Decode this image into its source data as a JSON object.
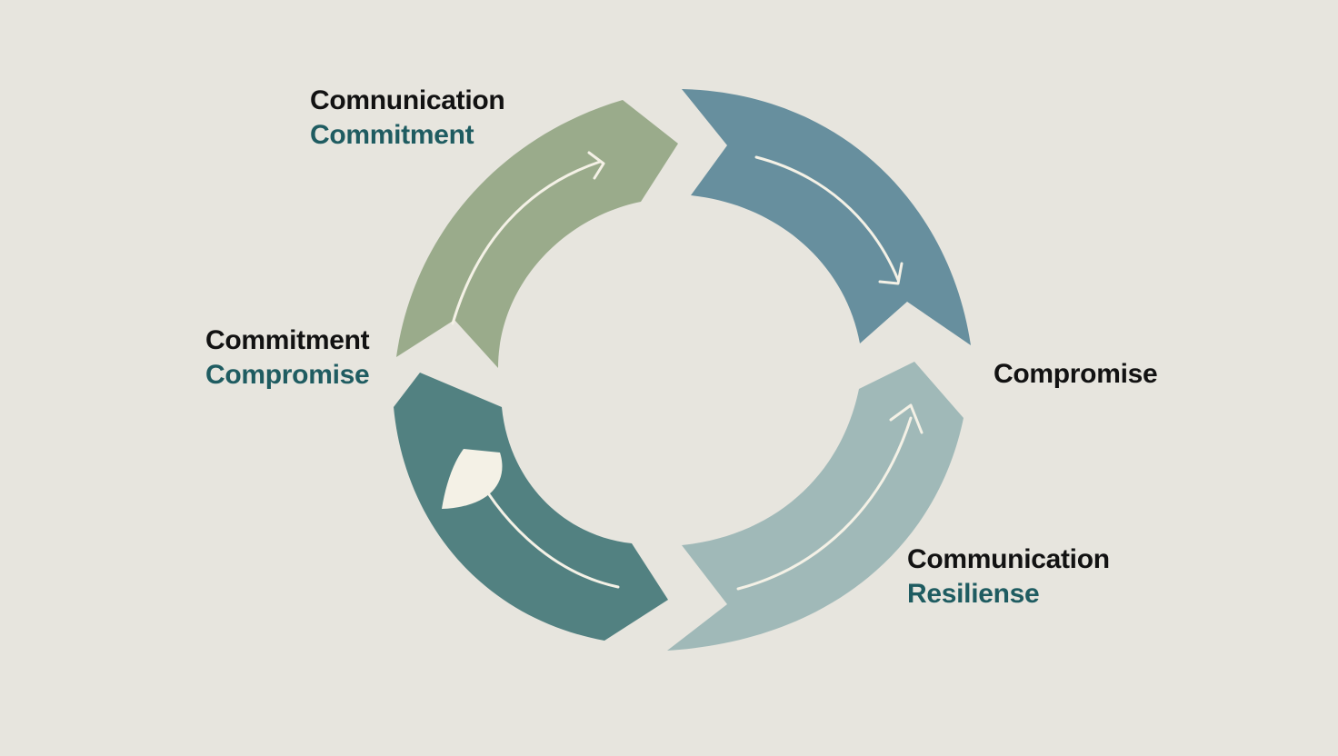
{
  "colors": {
    "background": "#e7e5de",
    "segment_top_left": "#9aab8b",
    "segment_top_right": "#678f9e",
    "segment_bottom_right": "#a0b9b8",
    "segment_bottom_left": "#528181",
    "arrow_line": "#f4f1e6",
    "label_primary": "#121212",
    "label_secondary": "#1f5c61"
  },
  "labels": {
    "top_left": {
      "primary": "Comnunication",
      "secondary": "Commitment"
    },
    "left": {
      "primary": "Commitment",
      "secondary": "Compromise"
    },
    "right": {
      "primary": "Compromise"
    },
    "bottom_right": {
      "primary": "Communication",
      "secondary": "Resiliense"
    }
  },
  "segments": [
    {
      "name": "segment-top-left",
      "color_key": "segment_top_left"
    },
    {
      "name": "segment-top-right",
      "color_key": "segment_top_right"
    },
    {
      "name": "segment-bottom-right",
      "color_key": "segment_bottom_right"
    },
    {
      "name": "segment-bottom-left",
      "color_key": "segment_bottom_left"
    }
  ]
}
